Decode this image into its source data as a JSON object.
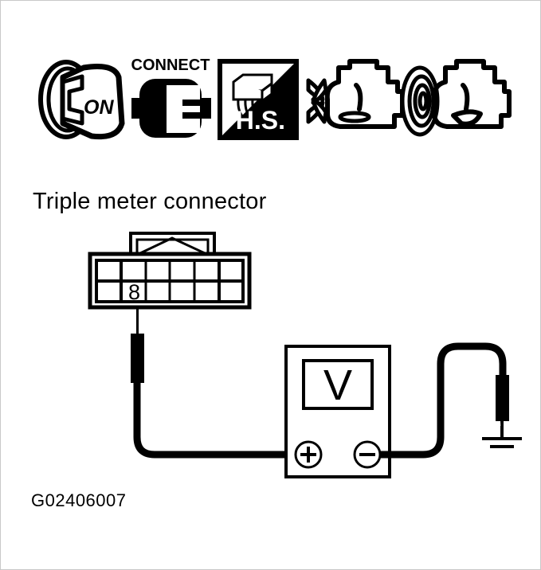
{
  "figure": {
    "id_code": "G02406007",
    "heading": "Triple meter connector",
    "background_color": "#ffffff",
    "line_color": "#000000"
  },
  "icon_strip": {
    "icons": [
      {
        "name": "ignition-switch-on-icon",
        "label": "ON",
        "meaning": "Ignition switch ON"
      },
      {
        "name": "connect-connector-icon",
        "label": "CONNECT",
        "meaning": "Connector connected"
      },
      {
        "name": "harness-side-icon",
        "label": "H.S.",
        "meaning": "Harness side"
      },
      {
        "name": "engine-stopped-icon",
        "label": "",
        "meaning": "Engine stopped"
      },
      {
        "name": "engine-running-icon",
        "label": "",
        "meaning": "Engine running"
      }
    ]
  },
  "connector": {
    "name": "Triple meter connector",
    "columns": 6,
    "rows": 2,
    "probed_terminal": "8",
    "probed_terminal_row": 2,
    "probed_terminal_column": 2
  },
  "meter": {
    "display_symbol": "V",
    "type": "voltmeter",
    "positive_terminal": "+",
    "negative_terminal": "−"
  },
  "ground": {
    "name": "chassis-ground",
    "symbol": "earth-ground"
  }
}
